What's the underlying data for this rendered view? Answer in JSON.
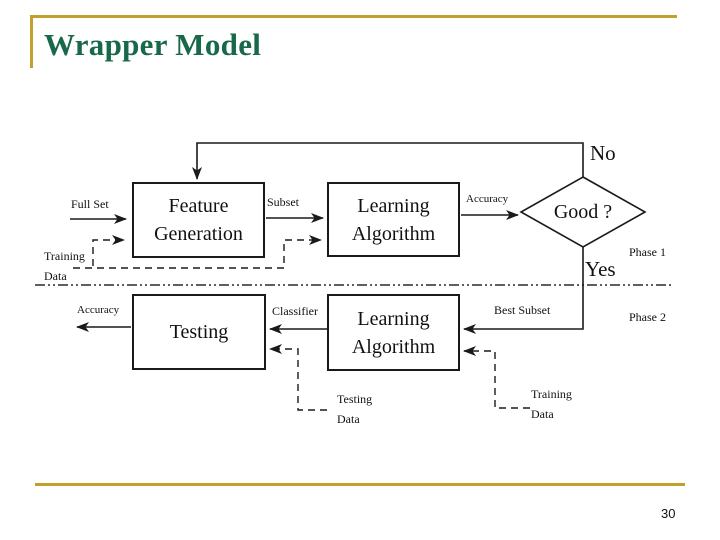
{
  "slide": {
    "title": "Wrapper Model",
    "page_number": "30"
  },
  "colors": {
    "accent_gold": "#C3A02C",
    "title_green": "#17694A",
    "line_black": "#1A1A1A"
  },
  "diagram": {
    "phase1": {
      "feature_generation_box": "Feature Generation",
      "learning_algorithm_box": "Learning Algorithm",
      "decision_label": "Good ?",
      "full_set_label": "Full Set",
      "subset_label": "Subset",
      "accuracy_label": "Accuracy",
      "training_data_label": "Training Data",
      "no_label": "No",
      "yes_label": "Yes",
      "phase_label": "Phase 1"
    },
    "phase2": {
      "testing_box": "Testing",
      "learning_algorithm_box": "Learning Algorithm",
      "accuracy_label": "Accuracy",
      "classifier_label": "Classifier",
      "best_subset_label": "Best Subset",
      "testing_data_label": "Testing Data",
      "training_data_label": "Training Data",
      "phase_label": "Phase 2"
    }
  }
}
